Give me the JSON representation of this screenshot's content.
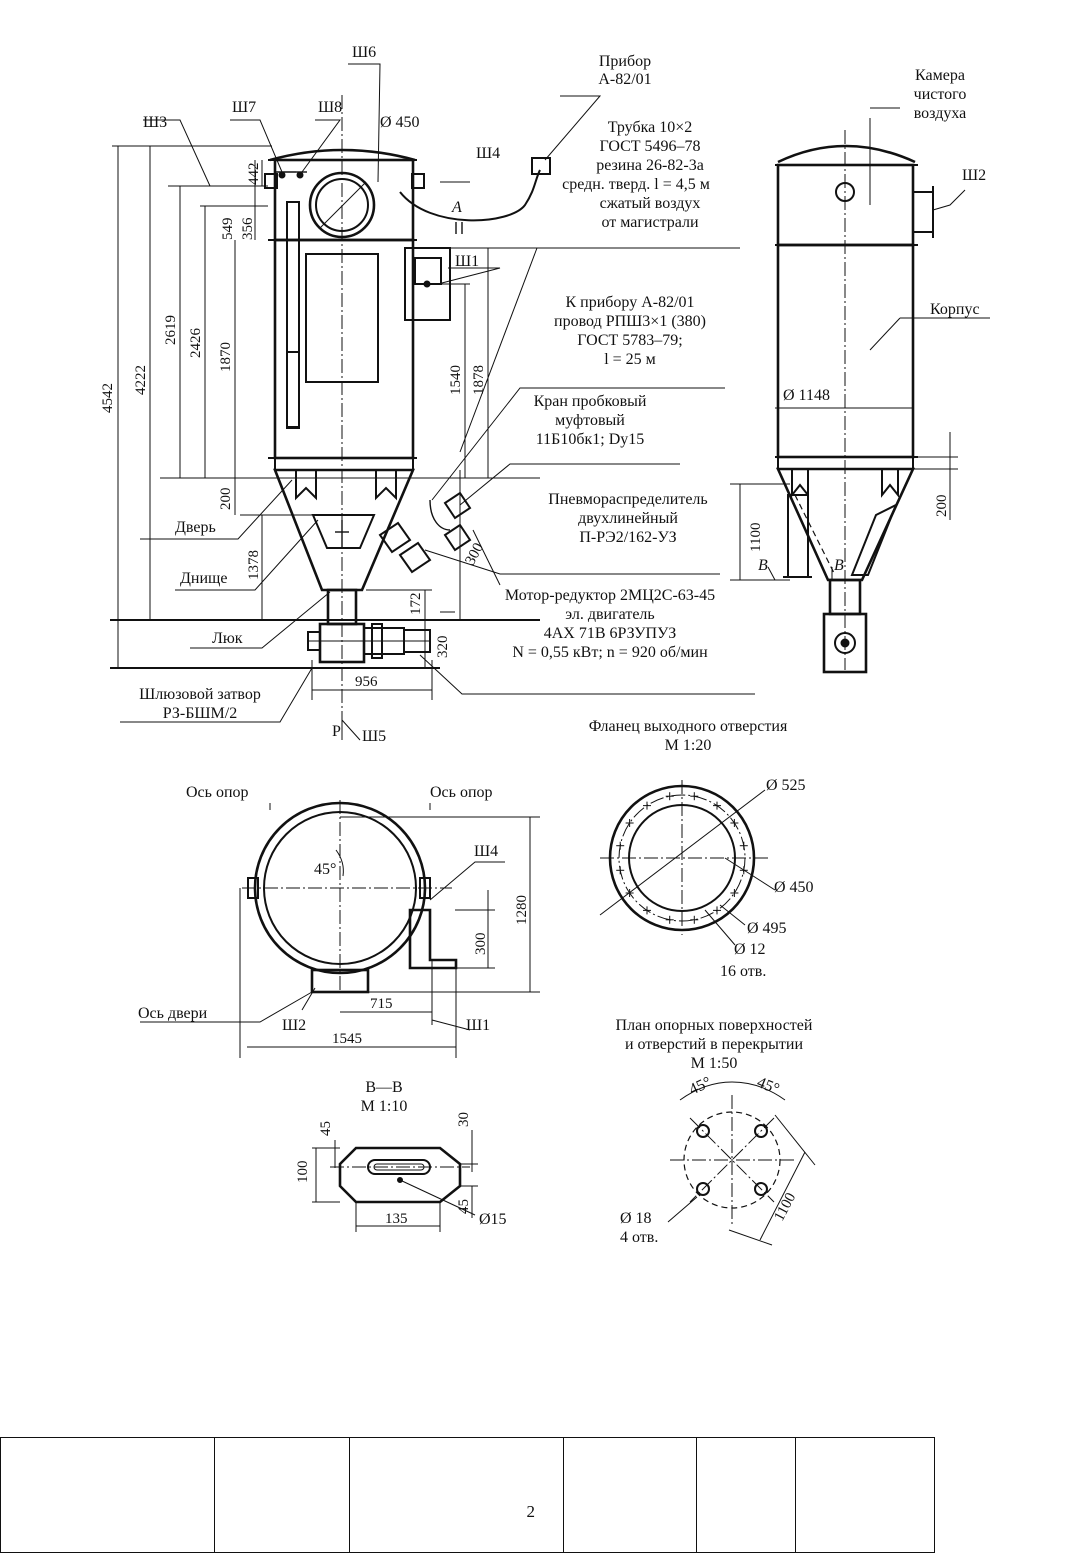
{
  "main_view": {
    "sh3": "Ш3",
    "sh7": "Ш7",
    "sh8": "Ш8",
    "sh6": "Ш6",
    "sh4": "Ш4",
    "sh1": "Ш1",
    "sh5": "Ш5",
    "d450": "Ø 450",
    "label_A": "A",
    "label_P": "P",
    "dims": {
      "d4542": "4542",
      "d4222": "4222",
      "d2619": "2619",
      "d2426": "2426",
      "d1870": "1870",
      "d549": "549",
      "d356": "356",
      "d442": "442",
      "d200": "200",
      "d1378": "1378",
      "d1540": "1540",
      "d1878": "1878",
      "d300": "300",
      "d172": "172",
      "d320": "320",
      "d956": "956"
    },
    "callouts": {
      "pribor": [
        "Прибор",
        "А-82/01"
      ],
      "trubka": [
        "Трубка 10×2",
        "ГОСТ 5496–78",
        "резина 26-82-3а",
        "средн. тверд. l = 4,5 м",
        "сжатый воздух",
        "от магистрали"
      ],
      "provod": [
        "К прибору А-82/01",
        "провод РПШ3×1 (380)",
        "ГОСТ 5783–79;",
        "l = 25 м"
      ],
      "kran": [
        "Кран пробковый",
        "муфтовый",
        "11Б10бк1; Dy15"
      ],
      "pnevmo": [
        "Пневмораспределитель",
        "двухлинейный",
        "П-РЭ2/162-УЗ"
      ],
      "motor": [
        "Мотор-редуктор 2МЦ2С-63-45",
        "эл. двигатель",
        "4АХ 71В 6РЗУПУЗ",
        "N = 0,55 кВт; n = 920 об/мин"
      ],
      "dver": "Дверь",
      "dnische": "Днище",
      "lyuk": "Люк",
      "shlyuz": [
        "Шлюзовой затвор",
        "РЗ-БШМ/2"
      ]
    }
  },
  "side_view": {
    "kamera": [
      "Камера",
      "чистого",
      "воздуха"
    ],
    "sh2": "Ш2",
    "korpus": "Корпус",
    "d1148": "Ø 1148",
    "d1100": "1100",
    "d200": "200",
    "label_B": "B"
  },
  "plan_view": {
    "os_opor_left": "Ось опор",
    "os_opor_right": "Ось опор",
    "os_dveri": "Ось двери",
    "angle": "45°",
    "sh4": "Ш4",
    "sh2": "Ш2",
    "sh1": "Ш1",
    "d300": "300",
    "d1280": "1280",
    "d715": "715",
    "d1545": "1545"
  },
  "flange_view": {
    "title": [
      "Фланец выходного отверстия",
      "М 1:20"
    ],
    "d525": "Ø 525",
    "d450": "Ø 450",
    "d495": "Ø 495",
    "d12": "Ø 12",
    "holes": "16 отв."
  },
  "section_view": {
    "title": [
      "В—В",
      "М 1:10"
    ],
    "d45a": "45",
    "d30": "30",
    "d100": "100",
    "d45b": "45",
    "d135": "135",
    "d15": "Ø15"
  },
  "support_view": {
    "title": [
      "План опорных поверхностей",
      "и отверстий в перекрытии",
      "М 1:50"
    ],
    "a1": "45°",
    "a2": "45°",
    "d1100": "1100",
    "d18": "Ø 18",
    "holes": "4 отв."
  },
  "stamp": {
    "sheet": "2"
  }
}
